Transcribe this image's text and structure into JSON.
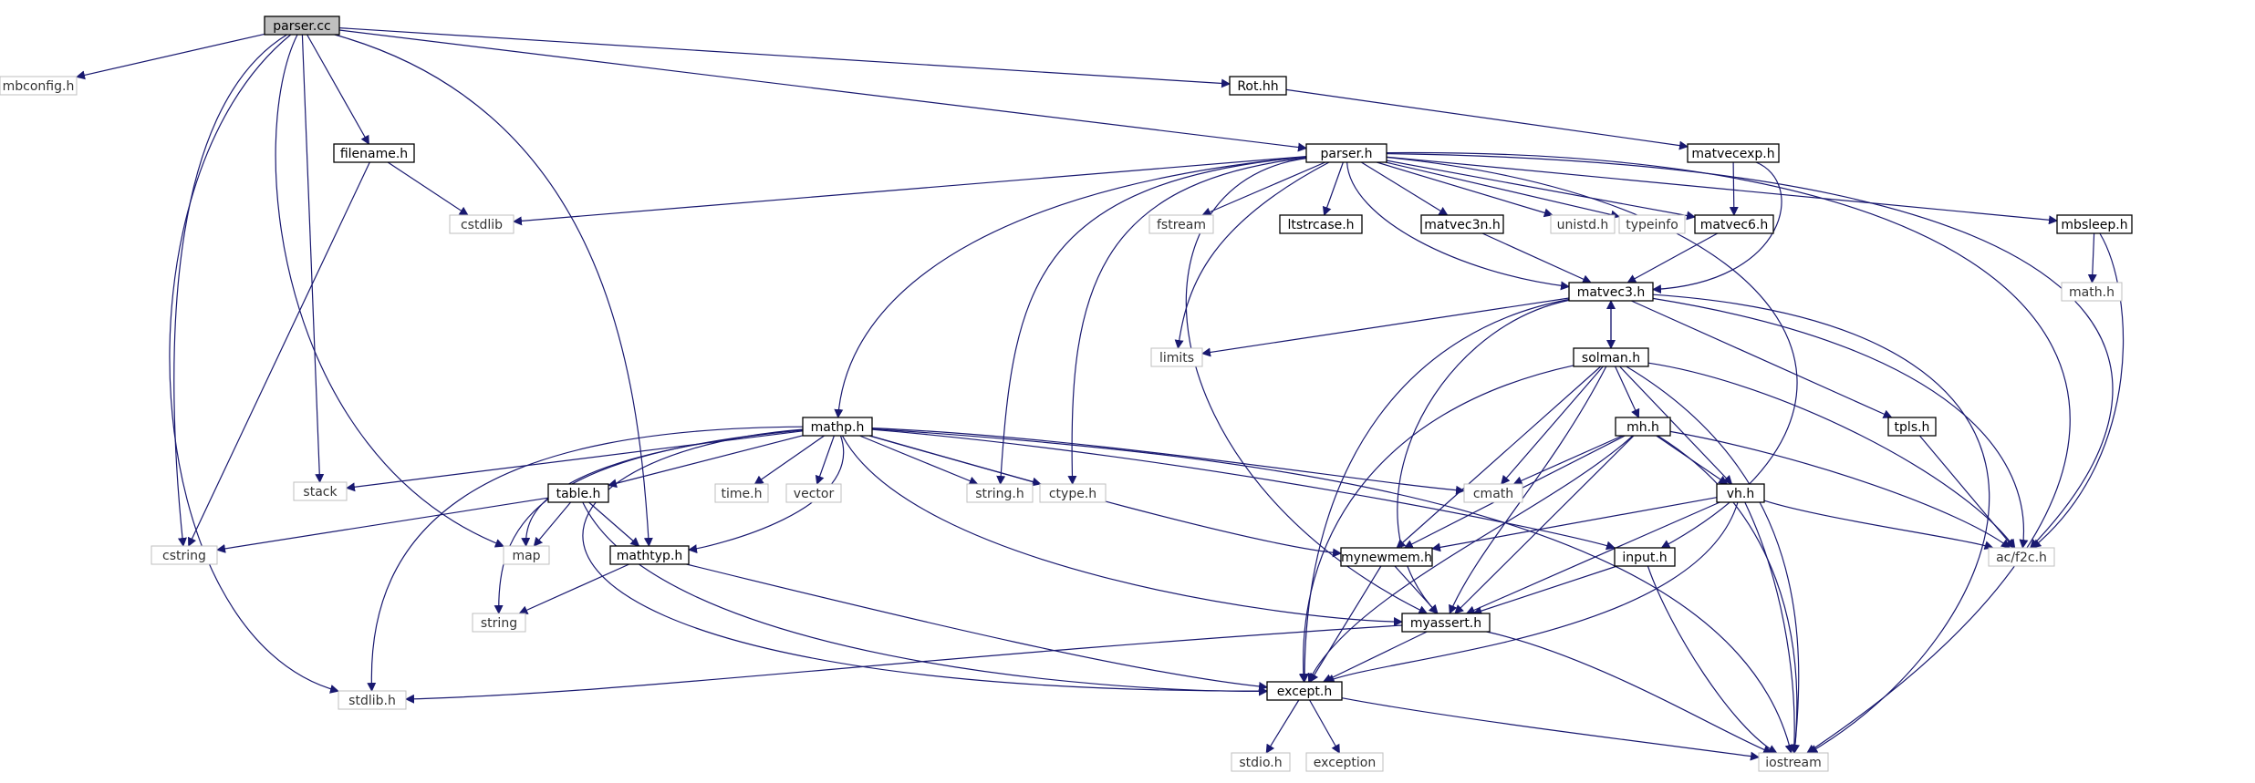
{
  "graph": {
    "root": "parser.cc",
    "colors": {
      "edge": "#191970",
      "root_fill": "#bfbfbf",
      "node_border": "#000000",
      "ext_border": "#bfbfbf",
      "text": "#000000"
    },
    "nodes": [
      {
        "id": "parser_cc",
        "label": "parser.cc",
        "kind": "root"
      },
      {
        "id": "mbconfig",
        "label": "mbconfig.h",
        "kind": "ext"
      },
      {
        "id": "cstring",
        "label": "cstring",
        "kind": "ext"
      },
      {
        "id": "stdlib",
        "label": "stdlib.h",
        "kind": "ext"
      },
      {
        "id": "map",
        "label": "map",
        "kind": "ext"
      },
      {
        "id": "stack",
        "label": "stack",
        "kind": "ext"
      },
      {
        "id": "filename",
        "label": "filename.h",
        "kind": "local"
      },
      {
        "id": "cstdlib",
        "label": "cstdlib",
        "kind": "ext"
      },
      {
        "id": "mathtyp",
        "label": "mathtyp.h",
        "kind": "local"
      },
      {
        "id": "rot",
        "label": "Rot.hh",
        "kind": "local"
      },
      {
        "id": "parser_h",
        "label": "parser.h",
        "kind": "local"
      },
      {
        "id": "matvecexp",
        "label": "matvecexp.h",
        "kind": "local"
      },
      {
        "id": "fstream",
        "label": "fstream",
        "kind": "ext"
      },
      {
        "id": "ltstrcase",
        "label": "ltstrcase.h",
        "kind": "local"
      },
      {
        "id": "matvec3n",
        "label": "matvec3n.h",
        "kind": "local"
      },
      {
        "id": "unistd",
        "label": "unistd.h",
        "kind": "ext"
      },
      {
        "id": "typeinfo",
        "label": "typeinfo",
        "kind": "ext"
      },
      {
        "id": "matvec6",
        "label": "matvec6.h",
        "kind": "local"
      },
      {
        "id": "mbsleep",
        "label": "mbsleep.h",
        "kind": "local"
      },
      {
        "id": "math_h",
        "label": "math.h",
        "kind": "ext"
      },
      {
        "id": "matvec3",
        "label": "matvec3.h",
        "kind": "local"
      },
      {
        "id": "limits",
        "label": "limits",
        "kind": "ext"
      },
      {
        "id": "solman",
        "label": "solman.h",
        "kind": "local"
      },
      {
        "id": "tpls",
        "label": "tpls.h",
        "kind": "local"
      },
      {
        "id": "mathp",
        "label": "mathp.h",
        "kind": "local"
      },
      {
        "id": "mh",
        "label": "mh.h",
        "kind": "local"
      },
      {
        "id": "vh",
        "label": "vh.h",
        "kind": "local"
      },
      {
        "id": "f2c",
        "label": "ac/f2c.h",
        "kind": "ext"
      },
      {
        "id": "table",
        "label": "table.h",
        "kind": "local"
      },
      {
        "id": "time_h",
        "label": "time.h",
        "kind": "ext"
      },
      {
        "id": "vector",
        "label": "vector",
        "kind": "ext"
      },
      {
        "id": "string_h",
        "label": "string.h",
        "kind": "ext"
      },
      {
        "id": "ctype",
        "label": "ctype.h",
        "kind": "ext"
      },
      {
        "id": "cmath",
        "label": "cmath",
        "kind": "ext"
      },
      {
        "id": "mynewmem",
        "label": "mynewmem.h",
        "kind": "local"
      },
      {
        "id": "input",
        "label": "input.h",
        "kind": "local"
      },
      {
        "id": "string",
        "label": "string",
        "kind": "ext"
      },
      {
        "id": "myassert",
        "label": "myassert.h",
        "kind": "local"
      },
      {
        "id": "except",
        "label": "except.h",
        "kind": "local"
      },
      {
        "id": "stdio",
        "label": "stdio.h",
        "kind": "ext"
      },
      {
        "id": "exception",
        "label": "exception",
        "kind": "ext"
      },
      {
        "id": "iostream",
        "label": "iostream",
        "kind": "ext"
      }
    ],
    "edges": [
      [
        "parser_cc",
        "mbconfig"
      ],
      [
        "parser_cc",
        "cstring"
      ],
      [
        "parser_cc",
        "stdlib"
      ],
      [
        "parser_cc",
        "map"
      ],
      [
        "parser_cc",
        "stack"
      ],
      [
        "parser_cc",
        "filename"
      ],
      [
        "parser_cc",
        "mathtyp"
      ],
      [
        "parser_cc",
        "rot"
      ],
      [
        "parser_cc",
        "parser_h"
      ],
      [
        "filename",
        "cstdlib"
      ],
      [
        "filename",
        "cstring"
      ],
      [
        "rot",
        "matvecexp"
      ],
      [
        "matvecexp",
        "matvec6"
      ],
      [
        "matvecexp",
        "matvec3"
      ],
      [
        "parser_h",
        "cstdlib"
      ],
      [
        "parser_h",
        "fstream"
      ],
      [
        "parser_h",
        "ltstrcase"
      ],
      [
        "parser_h",
        "matvec3n"
      ],
      [
        "parser_h",
        "unistd"
      ],
      [
        "parser_h",
        "typeinfo"
      ],
      [
        "parser_h",
        "matvec6"
      ],
      [
        "parser_h",
        "mbsleep"
      ],
      [
        "parser_h",
        "matvec3"
      ],
      [
        "parser_h",
        "limits"
      ],
      [
        "parser_h",
        "mathp"
      ],
      [
        "parser_h",
        "string_h"
      ],
      [
        "parser_h",
        "ctype"
      ],
      [
        "parser_h",
        "myassert"
      ],
      [
        "parser_h",
        "input"
      ],
      [
        "parser_h",
        "f2c"
      ],
      [
        "parser_h",
        "iostream"
      ],
      [
        "matvec3n",
        "matvec3"
      ],
      [
        "matvec6",
        "matvec3"
      ],
      [
        "mbsleep",
        "math_h"
      ],
      [
        "mbsleep",
        "f2c"
      ],
      [
        "matvec3",
        "limits"
      ],
      [
        "matvec3",
        "solman"
      ],
      [
        "matvec3",
        "tpls"
      ],
      [
        "matvec3",
        "f2c"
      ],
      [
        "matvec3",
        "except"
      ],
      [
        "matvec3",
        "myassert"
      ],
      [
        "matvec3",
        "iostream"
      ],
      [
        "solman",
        "matvec3"
      ],
      [
        "solman",
        "mh"
      ],
      [
        "solman",
        "vh"
      ],
      [
        "solman",
        "cmath"
      ],
      [
        "solman",
        "mynewmem"
      ],
      [
        "solman",
        "myassert"
      ],
      [
        "solman",
        "except"
      ],
      [
        "solman",
        "f2c"
      ],
      [
        "solman",
        "iostream"
      ],
      [
        "tpls",
        "f2c"
      ],
      [
        "mh",
        "vh"
      ],
      [
        "mh",
        "cmath"
      ],
      [
        "mh",
        "f2c"
      ],
      [
        "mh",
        "mynewmem"
      ],
      [
        "mh",
        "myassert"
      ],
      [
        "mh",
        "except"
      ],
      [
        "mh",
        "iostream"
      ],
      [
        "vh",
        "f2c"
      ],
      [
        "vh",
        "mynewmem"
      ],
      [
        "vh",
        "myassert"
      ],
      [
        "vh",
        "except"
      ],
      [
        "vh",
        "iostream"
      ],
      [
        "mathp",
        "stack"
      ],
      [
        "mathp",
        "table"
      ],
      [
        "mathp",
        "map"
      ],
      [
        "mathp",
        "string"
      ],
      [
        "mathp",
        "stdlib"
      ],
      [
        "mathp",
        "time_h"
      ],
      [
        "mathp",
        "vector"
      ],
      [
        "mathp",
        "string_h"
      ],
      [
        "mathp",
        "ctype"
      ],
      [
        "mathp",
        "cmath"
      ],
      [
        "mathp",
        "mynewmem"
      ],
      [
        "mathp",
        "input"
      ],
      [
        "mathp",
        "mathtyp"
      ],
      [
        "mathp",
        "myassert"
      ],
      [
        "mathp",
        "except"
      ],
      [
        "mathp",
        "iostream"
      ],
      [
        "table",
        "cstring"
      ],
      [
        "table",
        "map"
      ],
      [
        "table",
        "mathtyp"
      ],
      [
        "table",
        "except"
      ],
      [
        "mathtyp",
        "string"
      ],
      [
        "mathtyp",
        "except"
      ],
      [
        "mynewmem",
        "myassert"
      ],
      [
        "mynewmem",
        "except"
      ],
      [
        "input",
        "myassert"
      ],
      [
        "input",
        "iostream"
      ],
      [
        "myassert",
        "stdlib"
      ],
      [
        "myassert",
        "except"
      ],
      [
        "myassert",
        "iostream"
      ],
      [
        "except",
        "stdio"
      ],
      [
        "except",
        "exception"
      ],
      [
        "except",
        "iostream"
      ]
    ]
  }
}
